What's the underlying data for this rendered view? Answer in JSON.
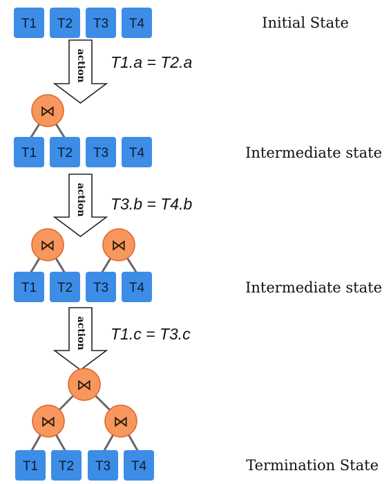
{
  "colors": {
    "table_fill": "#3d8de6",
    "table_text": "#0b1a33",
    "join_fill": "#f7975d",
    "join_stroke": "#e06426",
    "edge": "#666666",
    "arrow_fill": "#ffffff",
    "arrow_stroke": "#222222"
  },
  "icons": {
    "join": "bowtie-join-icon",
    "join_glyph": "⋈"
  },
  "tables": [
    "T1",
    "T2",
    "T3",
    "T4"
  ],
  "states": [
    {
      "label": "Initial State"
    },
    {
      "label": "Intermediate state"
    },
    {
      "label": "Intermediate state"
    },
    {
      "label": "Termination State"
    }
  ],
  "transitions": [
    {
      "action_label": "action",
      "condition": "T1.a = T2.a"
    },
    {
      "action_label": "action",
      "condition": "T3.b = T4.b"
    },
    {
      "action_label": "action",
      "condition": "T1.c = T3.c"
    }
  ]
}
